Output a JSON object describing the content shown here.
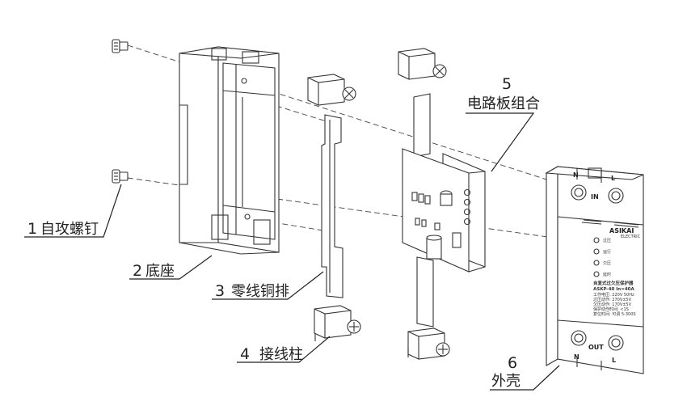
{
  "callouts": {
    "c1": {
      "number": "1",
      "text": "自攻螺钉"
    },
    "c2": {
      "number": "2",
      "text": "底座"
    },
    "c3": {
      "number": "3",
      "text": "零线铜排"
    },
    "c4": {
      "number": "4",
      "text": "接线柱"
    },
    "c5": {
      "number": "5",
      "text": "电路板组合"
    },
    "c6": {
      "number": "6",
      "text": "外壳"
    }
  },
  "housing": {
    "top_terminals": {
      "left": "N",
      "right": "L",
      "label": "IN"
    },
    "bottom_terminals": {
      "left": "N",
      "right": "L",
      "label": "OUT"
    },
    "brand": "ASIKAI",
    "brand_sub": "ELECTRIC",
    "indicators": [
      "过压",
      "运行",
      "欠压",
      "延时"
    ],
    "model_line": "ASKP-40    In=40A",
    "product_name": "自复式过欠压保护器",
    "spec_lines": [
      "工作电压: 220V 50Hz",
      "过压动作: 270V±5V",
      "欠压动作: 170V±5V",
      "保护动作时间: <1S",
      "复位时间: 可调 5-300S"
    ]
  }
}
